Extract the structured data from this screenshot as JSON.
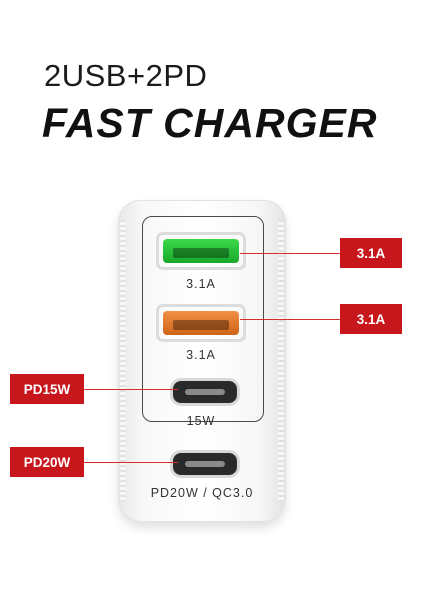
{
  "header": {
    "headline": "2USB+2PD",
    "title": "FAST CHARGER"
  },
  "ports": {
    "usb1": {
      "label": "3.1A",
      "color": "#2ac53a"
    },
    "usb2": {
      "label": "3.1A",
      "color": "#e07a2c"
    },
    "typec1": {
      "label": "15W"
    },
    "typec2": {
      "label": "PD20W / QC3.0"
    }
  },
  "callouts": {
    "right_top": "3.1A",
    "right_mid": "3.1A",
    "left_top": "PD15W",
    "left_bottom": "PD20W",
    "color": "#c8171c"
  }
}
